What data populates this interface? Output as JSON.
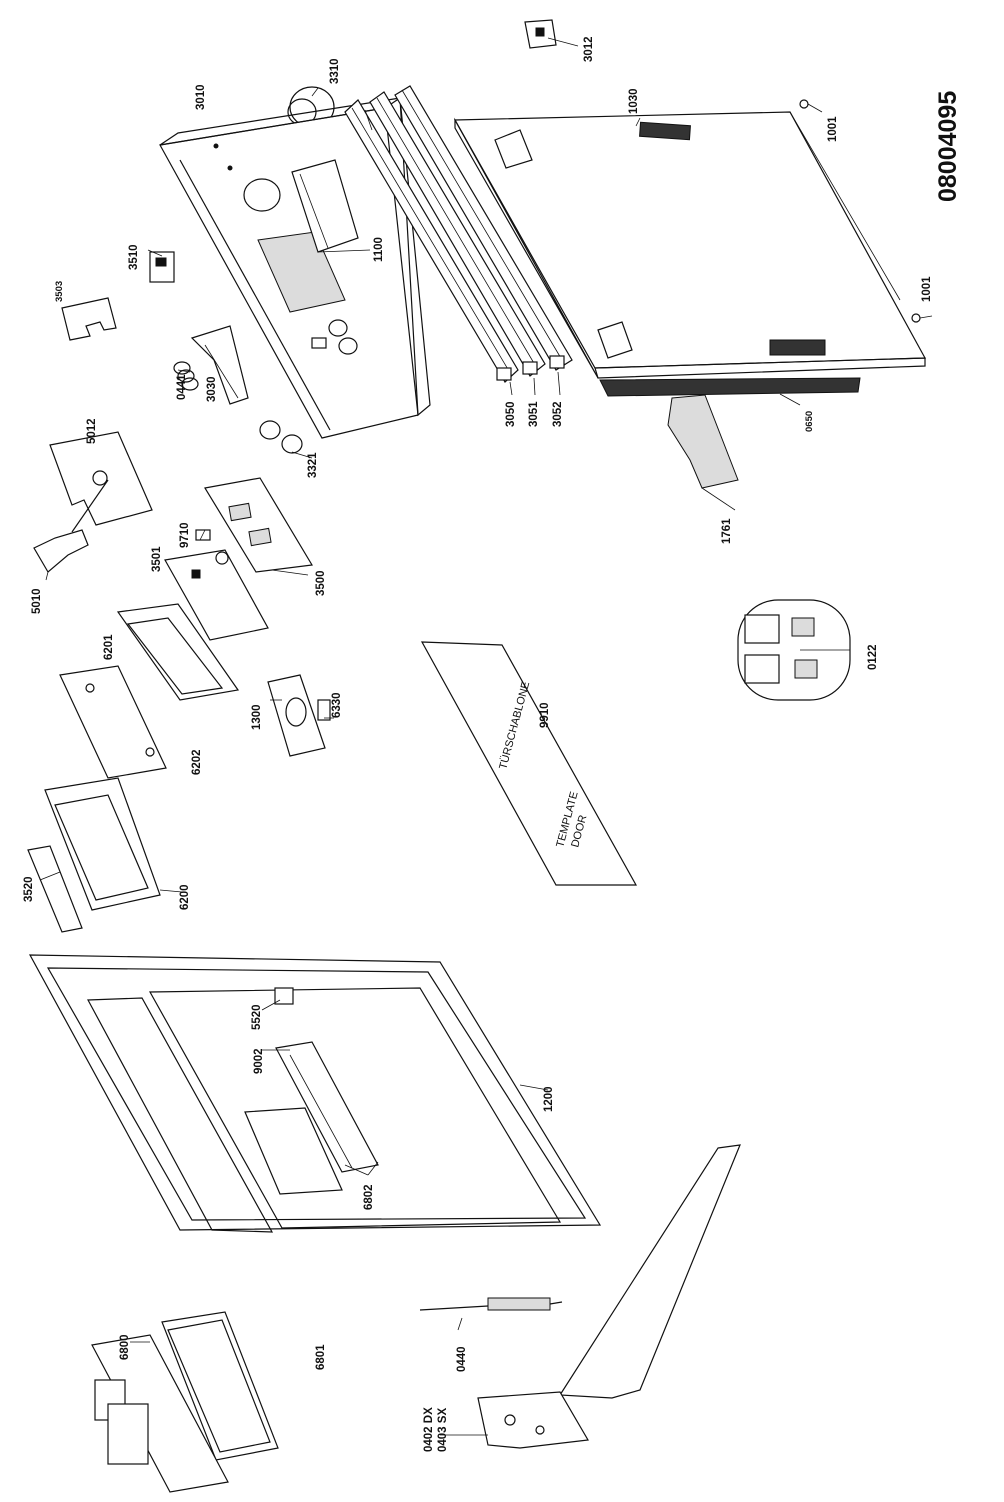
{
  "diagram": {
    "document_code": "08004095",
    "template": {
      "line1": "TEMPLATE",
      "line2": "DOOR",
      "line3": "TÜRSCHABLONE",
      "number": "9910"
    },
    "labels": {
      "p3012": "3012",
      "p3310": "3310",
      "p3010": "3010",
      "p1030": "1030",
      "p1001a": "1001",
      "p1001b": "1001",
      "p3510": "3510",
      "p3503": "3503",
      "p1100": "1100",
      "p0441": "0441",
      "p3030": "3030",
      "p5012": "5012",
      "p3050": "3050",
      "p3051": "3051",
      "p3052": "3052",
      "p0650": "0650",
      "p3321": "3321",
      "p9710": "9710",
      "p3501": "3501",
      "p3500": "3500",
      "p5010": "5010",
      "p1761": "1761",
      "p6201": "6201",
      "p0122": "0122",
      "p1300": "1300",
      "p6330": "6330",
      "p6202": "6202",
      "p3520": "3520",
      "p6200": "6200",
      "p5520": "5520",
      "p9002": "9002",
      "p1200": "1200",
      "p6802": "6802",
      "p6800": "6800",
      "p6801": "6801",
      "p0440": "0440",
      "p0402": "0402 DX",
      "p0403": "0403 SX"
    }
  }
}
